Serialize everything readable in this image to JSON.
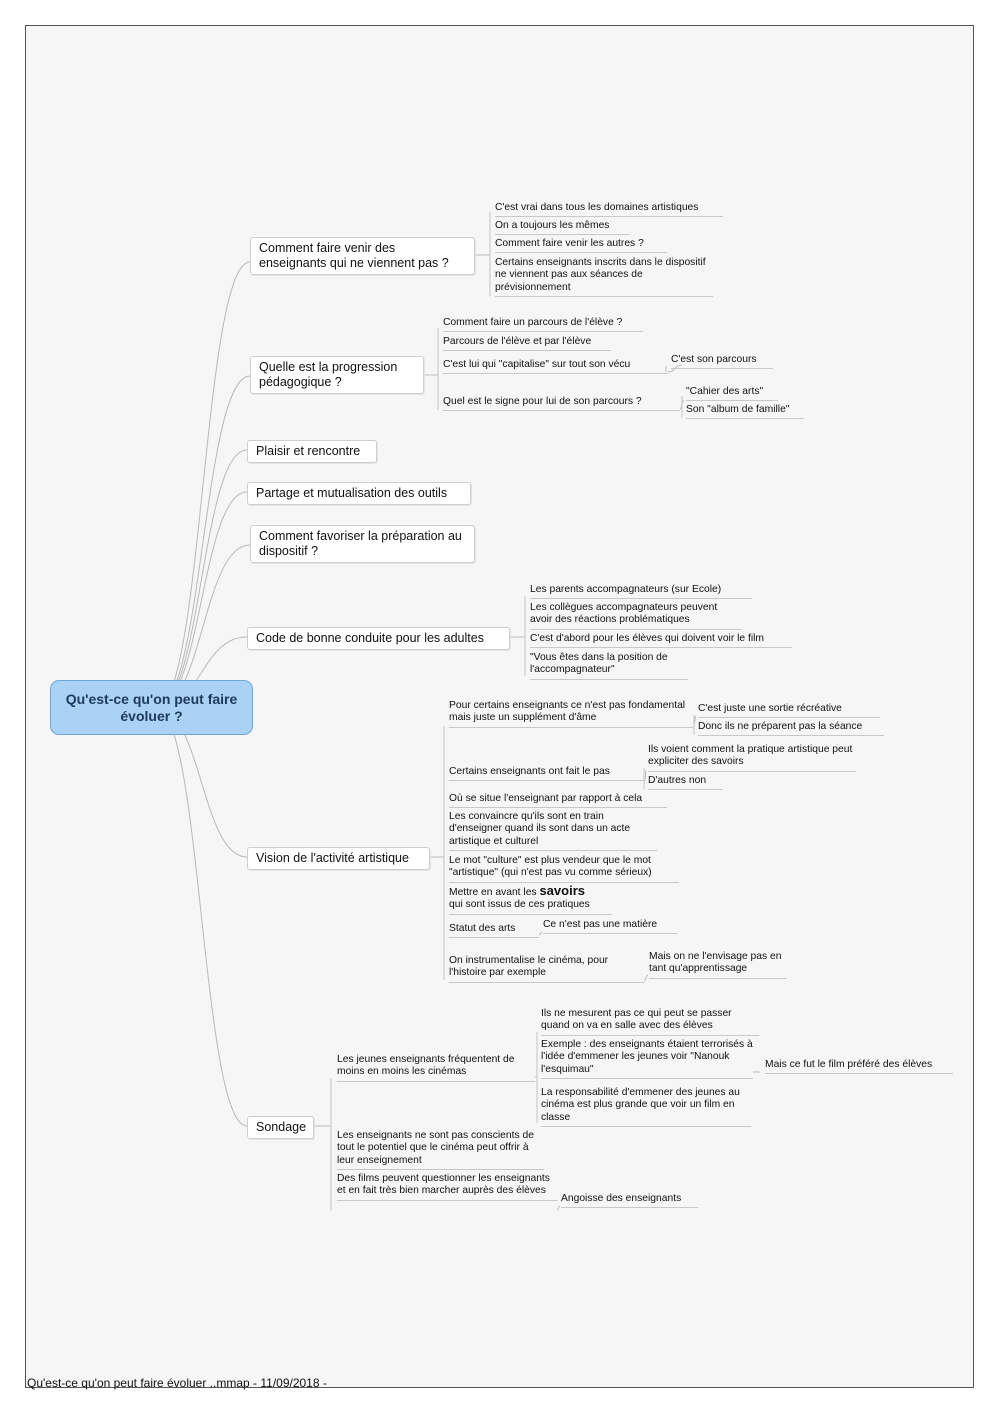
{
  "root": {
    "label": "Qu'est-ce qu'on peut faire évoluer ?"
  },
  "topics": [
    {
      "label": "Comment faire venir des enseignants qui ne viennent pas ?",
      "children": [
        "C'est vrai dans tous les domaines artistiques",
        "On a toujours les mêmes",
        "Comment faire venir les autres ?",
        "Certains enseignants inscrits dans le dispositif ne viennent pas aux séances de prévisionnement"
      ]
    },
    {
      "label": "Quelle est la progression pédagogique ?",
      "children": [
        "Comment faire un parcours de l'élève ?",
        "Parcours de l'élève et par l'élève",
        {
          "label": "C'est lui qui \"capitalise\" sur tout son vécu",
          "children": [
            "C'est son parcours"
          ]
        },
        {
          "label": "Quel est le signe pour lui de son parcours ?",
          "children": [
            "\"Cahier des arts\"",
            "Son \"album de famille\""
          ]
        }
      ]
    },
    {
      "label": "Plaisir et rencontre"
    },
    {
      "label": "Partage et mutualisation des outils"
    },
    {
      "label": "Comment favoriser la préparation au dispositif ?"
    },
    {
      "label": "Code de bonne conduite pour les adultes",
      "children": [
        "Les parents accompagnateurs (sur Ecole)",
        "Les collègues accompagnateurs peuvent avoir des réactions problématiques",
        "C'est d'abord pour les élèves qui doivent voir le film",
        "\"Vous êtes dans la position de l'accompagnateur\""
      ]
    },
    {
      "label": "Vision de l'activité artistique",
      "children": [
        {
          "label": "Pour certains enseignants ce n'est pas fondamental mais juste un supplément d'âme",
          "children": [
            "C'est juste une sortie récréative",
            "Donc ils ne préparent pas la séance"
          ]
        },
        {
          "label": "Certains enseignants ont fait le pas",
          "children": [
            "Ils voient comment la pratique artistique peut expliciter des savoirs",
            "D'autres non"
          ]
        },
        "Où se situe l'enseignant par rapport à cela",
        "Les convaincre qu'ils sont en train d'enseigner quand ils sont dans un acte artistique et culturel",
        "Le mot \"culture\" est plus vendeur que le mot \"artistique\" (qui n'est pas vu comme sérieux)",
        {
          "pre": "Mettre en avant les",
          "emph": "savoirs",
          "post": "qui sont issus de ces pratiques"
        },
        {
          "label": "Statut des arts",
          "children": [
            "Ce n'est pas une matière"
          ]
        },
        {
          "label": "On instrumentalise le cinéma, pour l'histoire par exemple",
          "children": [
            "Mais on ne l'envisage pas en tant qu'apprentissage"
          ]
        }
      ]
    },
    {
      "label": "Sondage",
      "children": [
        {
          "label": "Les jeunes enseignants fréquentent de moins en moins les cinémas",
          "children": [
            "Ils ne mesurent pas ce qui peut se passer quand on va en salle avec des élèves",
            {
              "label": "Exemple : des enseignants étaient terrorisés à l'idée d'emmener les jeunes voir \"Nanouk l'esquimau\"",
              "children": [
                "Mais ce fut le film préféré des élèves"
              ]
            },
            "La responsabilité d'emmener des jeunes au cinéma est plus grande que voir un film en classe"
          ]
        },
        "Les enseignants ne sont pas conscients de tout le potentiel que le cinéma peut offrir à leur enseignement",
        {
          "label": "Des films peuvent questionner les enseignants et en fait très bien marcher auprès des élèves",
          "children": [
            "Angoisse des enseignants"
          ]
        }
      ]
    }
  ],
  "footer": "Qu'est-ce qu'on peut faire évoluer ..mmap - 11/09/2018 -"
}
